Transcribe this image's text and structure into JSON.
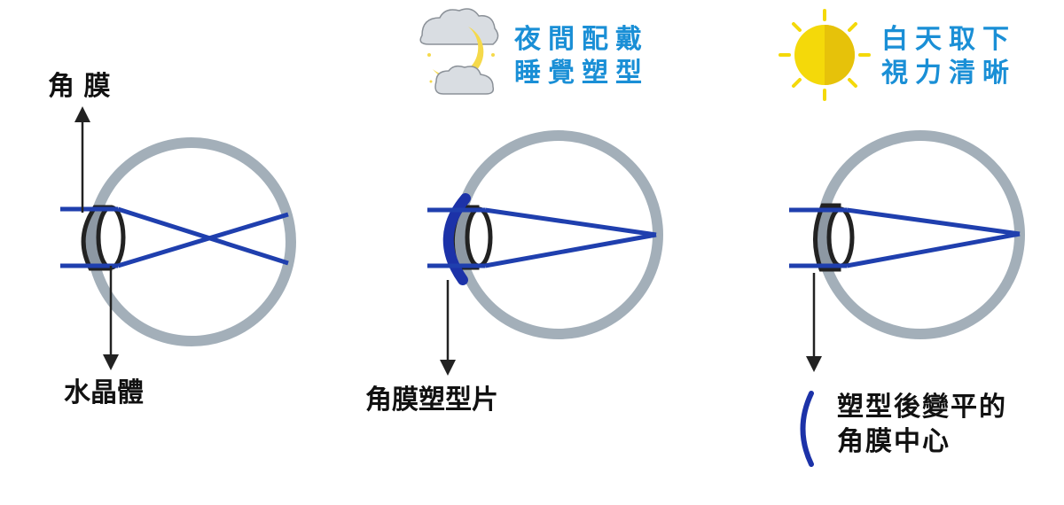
{
  "labels": {
    "cornea": "角 膜",
    "lens": "水晶體",
    "ortho_lens": "角膜塑型片",
    "night_line1": "夜間配戴",
    "night_line2": "睡覺塑型",
    "day_line1": "白天取下",
    "day_line2": "視力清晰",
    "flat_line1": "塑型後變平的",
    "flat_line2": "角膜中心"
  },
  "icons": {
    "night": "moon-cloud-icon",
    "day": "sun-icon"
  },
  "colors": {
    "eye_ring": "#a3afb9",
    "ray": "#1f3fae",
    "contact_lens": "#1c32a8",
    "outline": "#222222",
    "tag_text": "#1a8fd6",
    "sun": "#f4d90a",
    "moon": "#f5d94a",
    "cloud": "#d9dde2"
  }
}
